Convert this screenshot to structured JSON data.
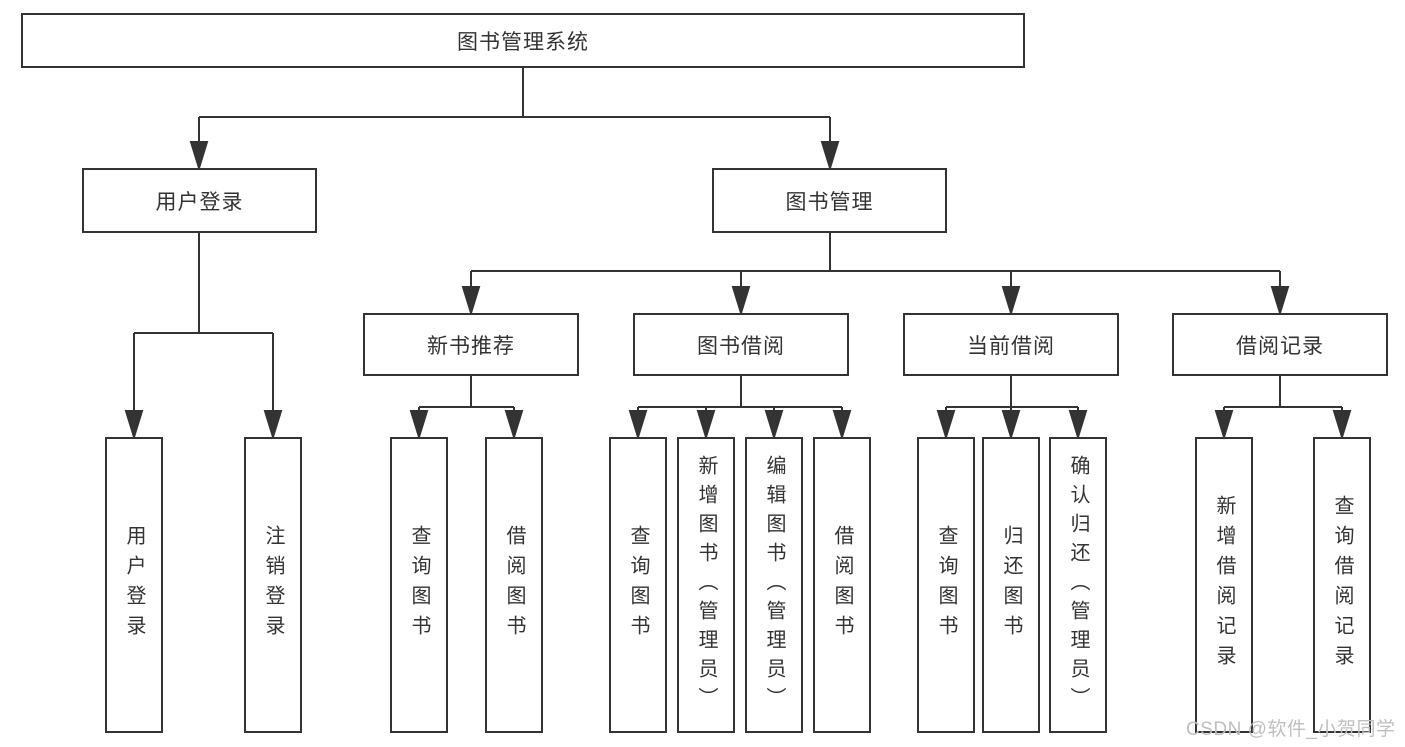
{
  "tree": {
    "label": "图书管理系统",
    "children": [
      {
        "label": "用户登录",
        "children": [
          {
            "label": "用户登录"
          },
          {
            "label": "注销登录"
          }
        ]
      },
      {
        "label": "图书管理",
        "children": [
          {
            "label": "新书推荐",
            "children": [
              {
                "label": "查询图书"
              },
              {
                "label": "借阅图书"
              }
            ]
          },
          {
            "label": "图书借阅",
            "children": [
              {
                "label": "查询图书"
              },
              {
                "label": "新增图书（管理员）"
              },
              {
                "label": "编辑图书（管理员）"
              },
              {
                "label": "借阅图书"
              }
            ]
          },
          {
            "label": "当前借阅",
            "children": [
              {
                "label": "查询图书"
              },
              {
                "label": "归还图书"
              },
              {
                "label": "确认归还（管理员）"
              }
            ]
          },
          {
            "label": "借阅记录",
            "children": [
              {
                "label": "新增借阅记录"
              },
              {
                "label": "查询借阅记录"
              }
            ]
          }
        ]
      }
    ]
  },
  "watermark": {
    "text": "CSDN @软件_小贺同学"
  },
  "colors": {
    "line": "#333333",
    "box_border": "#333333",
    "box_fill": "#ffffff",
    "text": "#333333",
    "watermark": "#bfbfbf",
    "background": "#ffffff"
  }
}
